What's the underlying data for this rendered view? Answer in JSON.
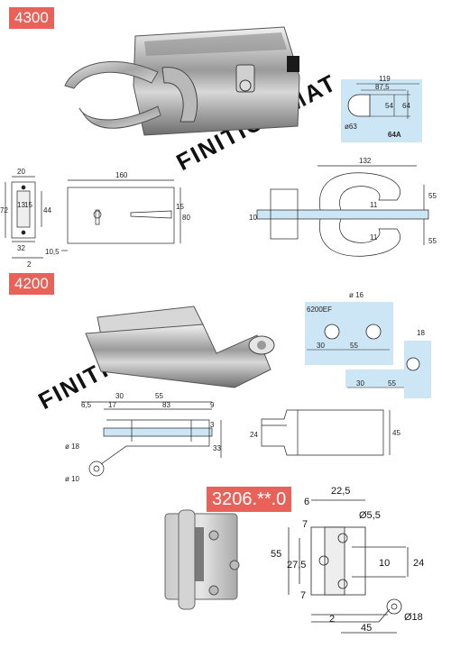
{
  "labels": {
    "p4300": "4300",
    "p4200": "4200",
    "p3206": "3206.**.0"
  },
  "watermark": "FINITION MAT",
  "accent_color": "#e8625a",
  "blue_color": "#cde6f5",
  "dims_4300": {
    "top_119": "119",
    "top_87_5": "87,5",
    "v54": "54",
    "v64": "64",
    "d63": "ø63",
    "ref64A": "64A",
    "h20": "20",
    "h72": "72",
    "v13": "13",
    "v15": "15",
    "v44": "44",
    "b32": "32",
    "b2": "2",
    "len160": "160",
    "v15b": "15",
    "v80": "80",
    "b10_5": "10,5",
    "w132": "132",
    "v10": "10",
    "v11a": "11",
    "v11b": "11",
    "v55a": "55",
    "v55b": "55"
  },
  "dims_4200": {
    "d16": "ø 16",
    "code": "6200EF",
    "a30": "30",
    "a55": "55",
    "a18": "18",
    "b30": "30",
    "b55": "55",
    "c6_5": "6,5",
    "c30": "30",
    "c55": "55",
    "c17": "17",
    "c83": "83",
    "c9": "9",
    "c3": "3",
    "v33": "33",
    "d18": "ø 18",
    "d10": "ø 10",
    "v24": "24",
    "v45": "45"
  },
  "dims_3206": {
    "t22_5": "22,5",
    "t6": "6",
    "t7": "7",
    "d5_5": "Ø5,5",
    "v55": "55",
    "v27_5": "27,5",
    "v24": "24",
    "v10": "10",
    "v7": "7",
    "b2": "2",
    "b45": "45",
    "d18": "Ø18"
  }
}
